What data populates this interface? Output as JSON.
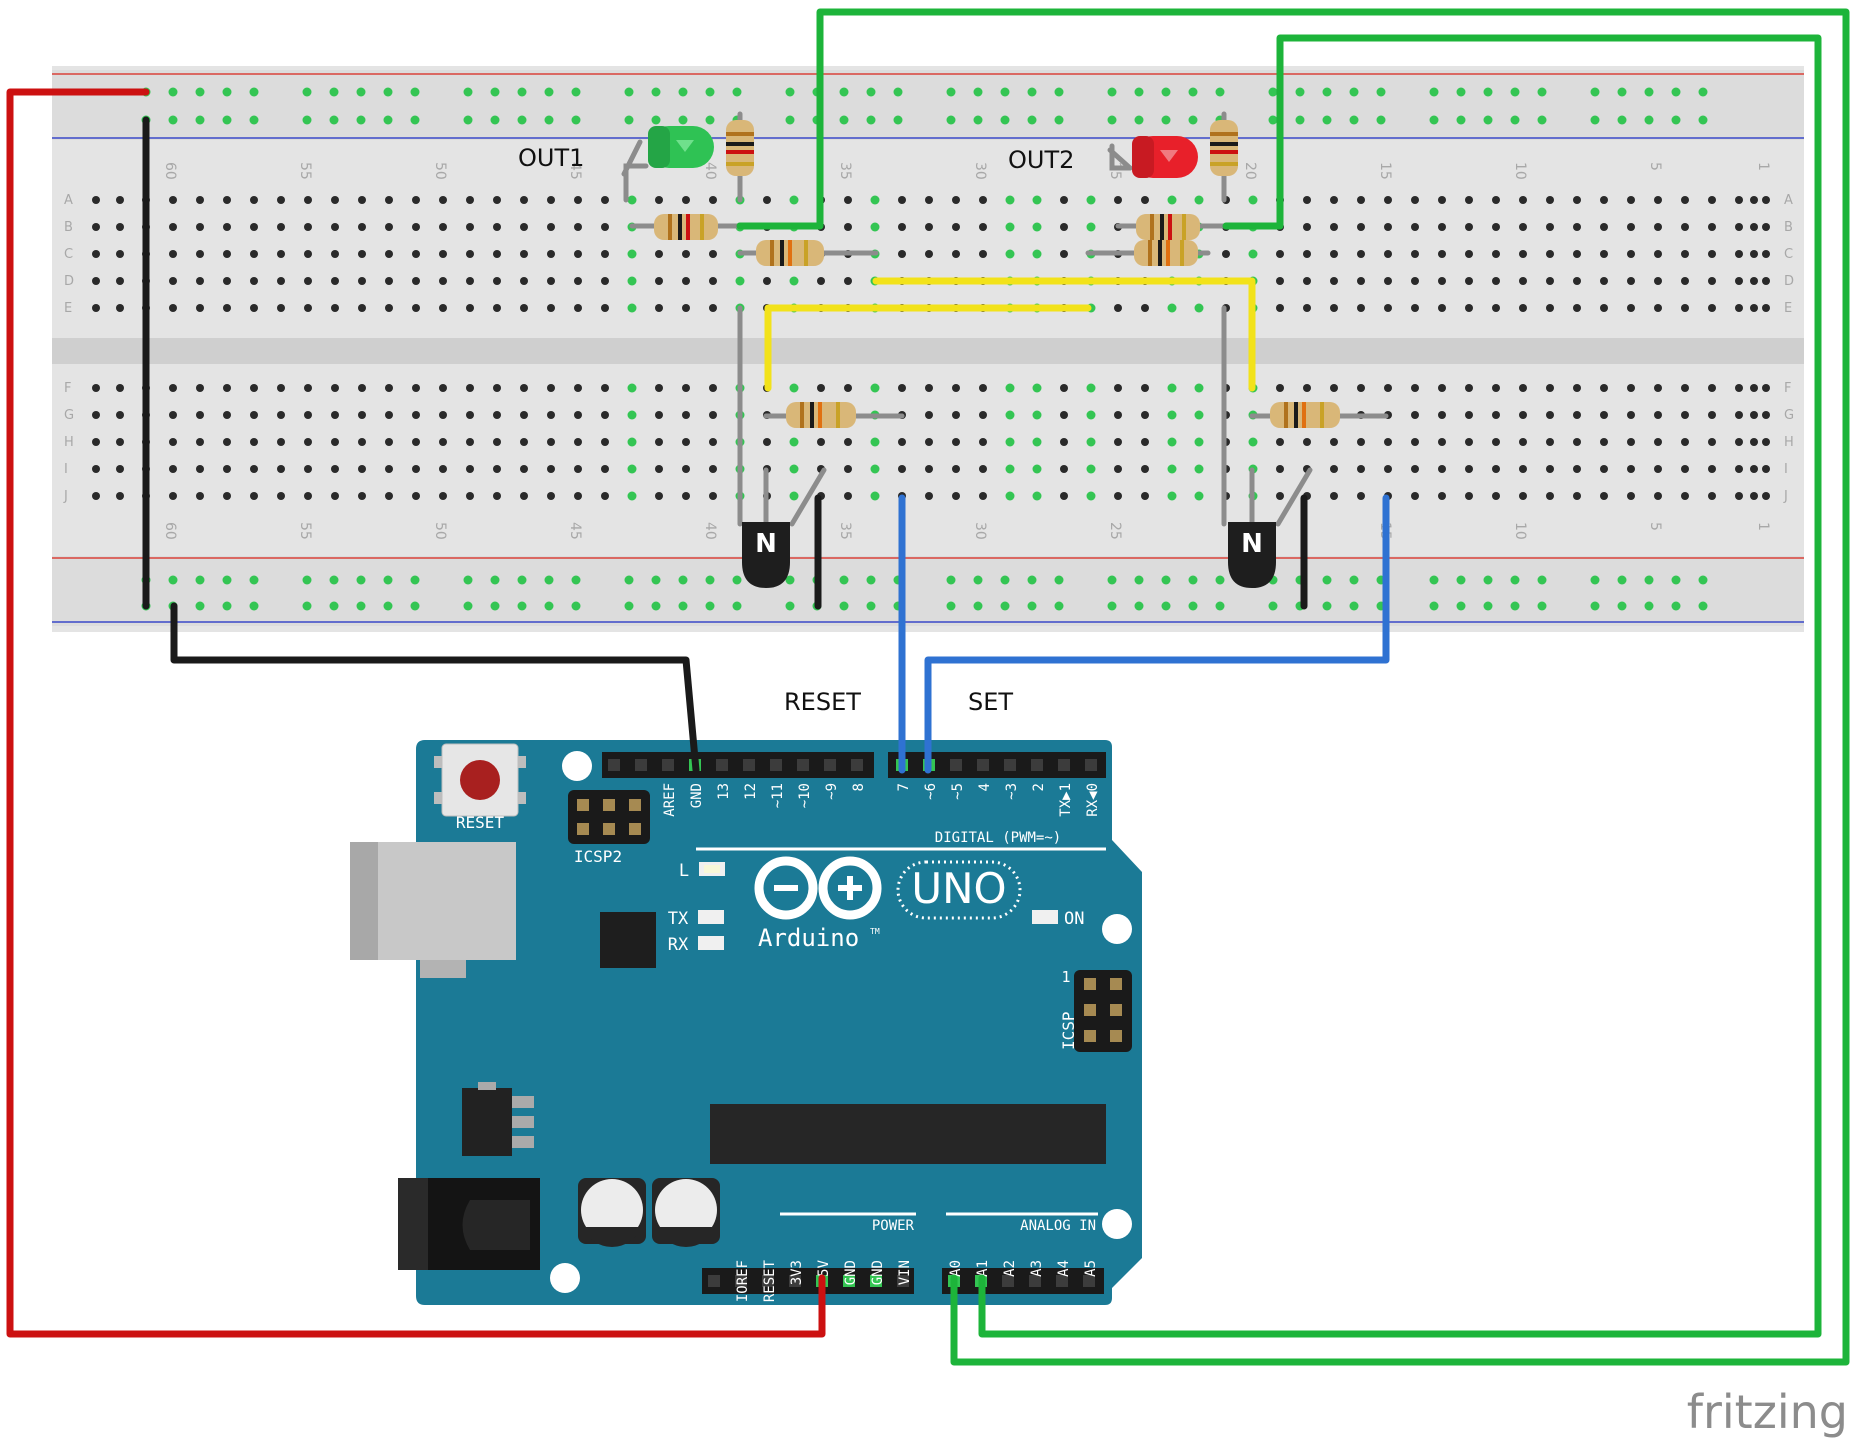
{
  "labels": {
    "out1": "OUT1",
    "out2": "OUT2",
    "reset": "RESET",
    "set": "SET",
    "watermark": "fritzing"
  },
  "breadboard": {
    "row_letters_top": [
      "A",
      "B",
      "C",
      "D",
      "E"
    ],
    "row_letters_bottom": [
      "F",
      "G",
      "H",
      "I",
      "J"
    ],
    "column_numbers": [
      "60",
      "55",
      "50",
      "45",
      "40",
      "35",
      "30",
      "25",
      "20",
      "15",
      "10",
      "5",
      "1"
    ]
  },
  "arduino": {
    "model": "UNO",
    "brand": "Arduino",
    "trademark": "TM",
    "reset_button_label": "RESET",
    "icsp2_label": "ICSP2",
    "icsp_label": "ICSP",
    "icsp_pin1": "1",
    "digital_header_label": "DIGITAL (PWM=~)",
    "power_header_label": "POWER",
    "analog_header_label": "ANALOG IN",
    "led_l": "L",
    "led_tx": "TX",
    "led_rx": "RX",
    "led_on": "ON",
    "digital_pins_left": [
      "AREF",
      "GND",
      "13",
      "12",
      "~11",
      "~10",
      "~9",
      "8"
    ],
    "digital_pins_right": [
      "7",
      "~6",
      "~5",
      "4",
      "~3",
      "2",
      "TX▶1",
      "RX◀0"
    ],
    "power_pins": [
      "IOREF",
      "RESET",
      "3V3",
      "5V",
      "GND",
      "GND",
      "VIN"
    ],
    "analog_pins": [
      "A0",
      "A1",
      "A2",
      "A3",
      "A4",
      "A5"
    ]
  },
  "colors": {
    "board": "#1b7a96",
    "wire_red": "#cc1111",
    "wire_black": "#1a1a1a",
    "wire_green": "#1db43a",
    "wire_blue": "#2f72d2",
    "wire_yellow": "#f2e21a",
    "led_green": "#2fc254",
    "led_red": "#e8202a",
    "breadboard": "#e4e4e4",
    "rail_red_line": "#d9413a",
    "rail_blue_line": "#3a48c8"
  }
}
